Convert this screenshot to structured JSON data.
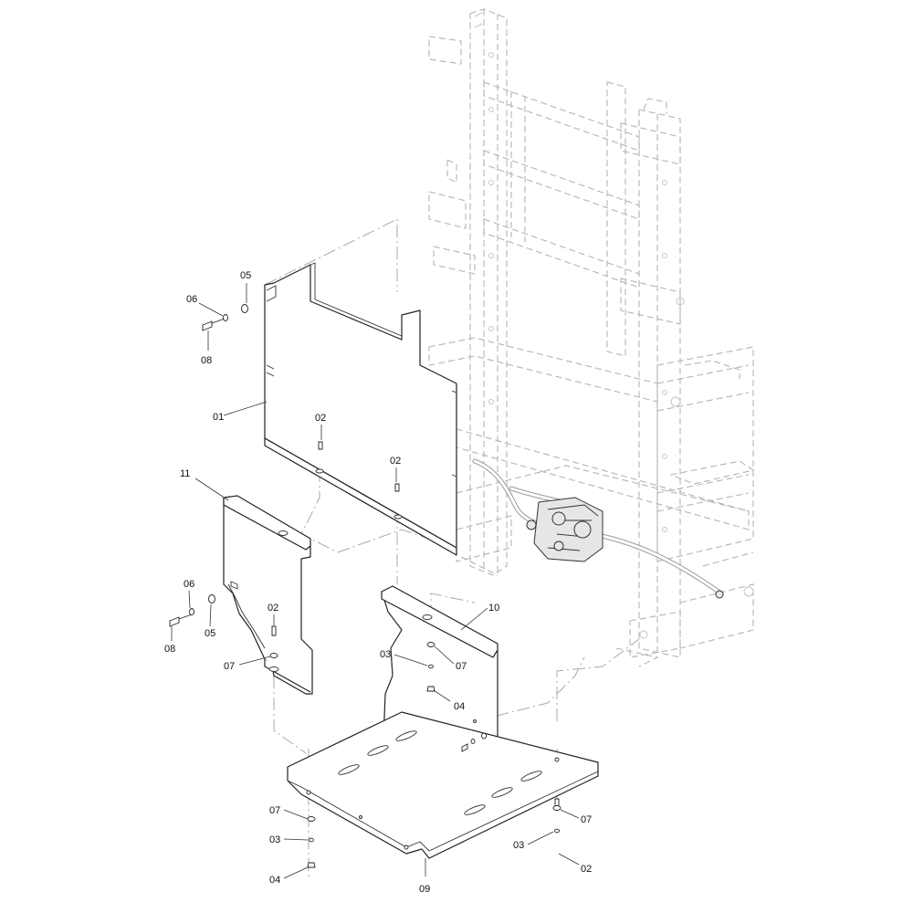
{
  "diagram": {
    "type": "exploded-parts-drawing",
    "callouts": [
      {
        "id": "c01",
        "text": "01"
      },
      {
        "id": "c02a",
        "text": "02"
      },
      {
        "id": "c02b",
        "text": "02"
      },
      {
        "id": "c02c",
        "text": "02"
      },
      {
        "id": "c02d",
        "text": "02"
      },
      {
        "id": "c03a",
        "text": "03"
      },
      {
        "id": "c03b",
        "text": "03"
      },
      {
        "id": "c03c",
        "text": "03"
      },
      {
        "id": "c04a",
        "text": "04"
      },
      {
        "id": "c04b",
        "text": "04"
      },
      {
        "id": "c05a",
        "text": "05"
      },
      {
        "id": "c05b",
        "text": "05"
      },
      {
        "id": "c06a",
        "text": "06"
      },
      {
        "id": "c06b",
        "text": "06"
      },
      {
        "id": "c07a",
        "text": "07"
      },
      {
        "id": "c07b",
        "text": "07"
      },
      {
        "id": "c07c",
        "text": "07"
      },
      {
        "id": "c07d",
        "text": "07"
      },
      {
        "id": "c08a",
        "text": "08"
      },
      {
        "id": "c08b",
        "text": "08"
      },
      {
        "id": "c09",
        "text": "09"
      },
      {
        "id": "c10",
        "text": "10"
      },
      {
        "id": "c11",
        "text": "11"
      }
    ]
  }
}
